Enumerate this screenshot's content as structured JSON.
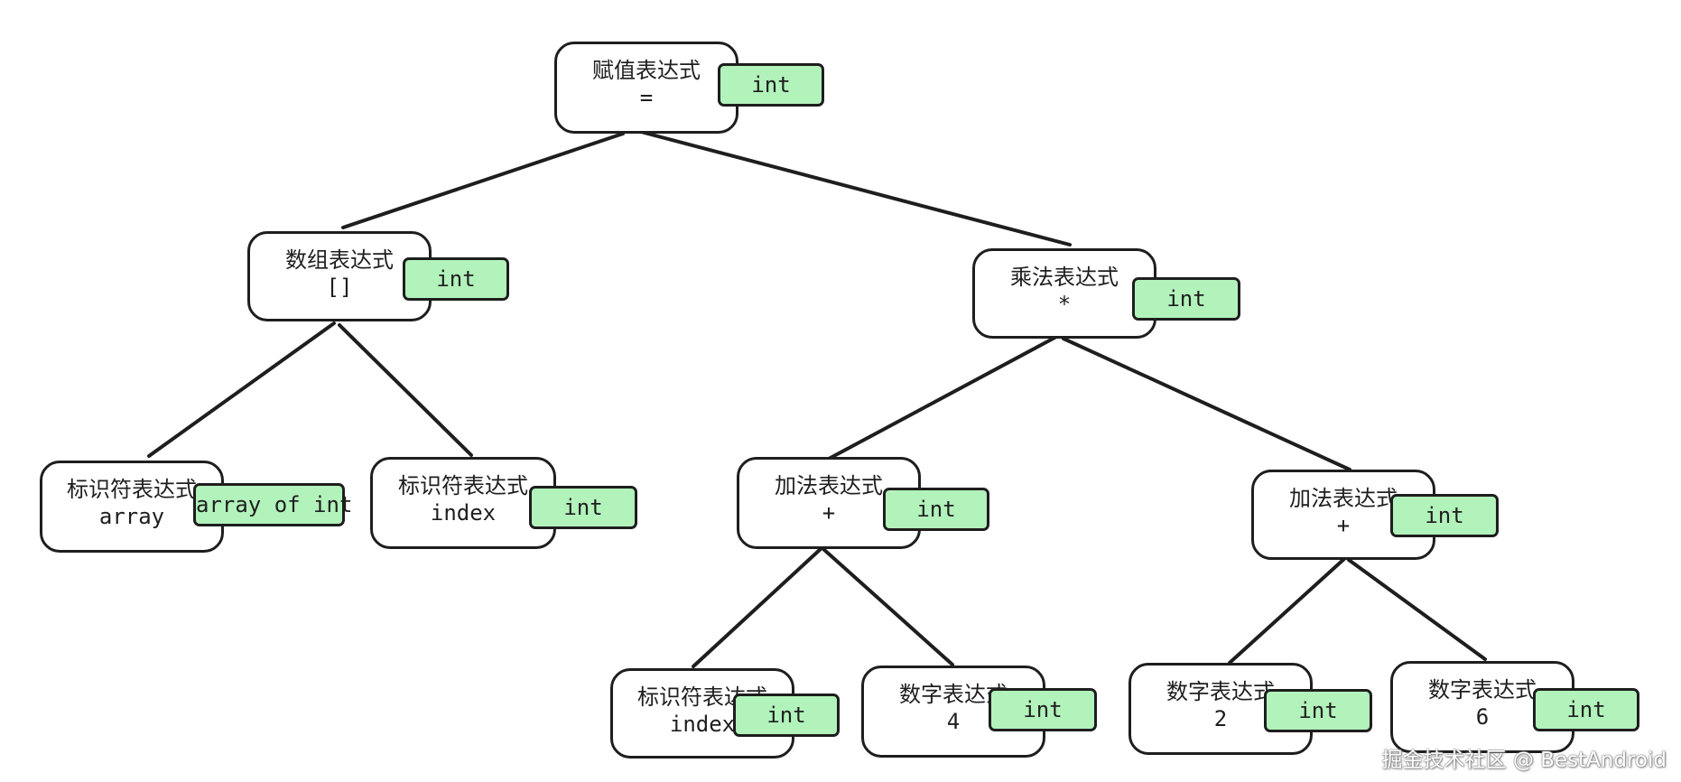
{
  "nodes": {
    "assign": {
      "kind": "赋值表达式",
      "op": "=",
      "type": "int"
    },
    "array": {
      "kind": "数组表达式",
      "op": "[]",
      "type": "int"
    },
    "mul": {
      "kind": "乘法表达式",
      "op": "*",
      "type": "int"
    },
    "id_array": {
      "kind": "标识符表达式",
      "op": "array",
      "type": "array of int"
    },
    "id_index": {
      "kind": "标识符表达式",
      "op": "index",
      "type": "int"
    },
    "add1": {
      "kind": "加法表达式",
      "op": "+",
      "type": "int"
    },
    "add2": {
      "kind": "加法表达式",
      "op": "+",
      "type": "int"
    },
    "id_index2": {
      "kind": "标识符表达式",
      "op": "index",
      "type": "int"
    },
    "num4": {
      "kind": "数字表达式",
      "op": "4",
      "type": "int"
    },
    "num2": {
      "kind": "数字表达式",
      "op": "2",
      "type": "int"
    },
    "num6": {
      "kind": "数字表达式",
      "op": "6",
      "type": "int"
    }
  },
  "edges": [
    [
      "assign",
      "array"
    ],
    [
      "assign",
      "mul"
    ],
    [
      "array",
      "id_array"
    ],
    [
      "array",
      "id_index"
    ],
    [
      "mul",
      "add1"
    ],
    [
      "mul",
      "add2"
    ],
    [
      "add1",
      "id_index2"
    ],
    [
      "add1",
      "num4"
    ],
    [
      "add2",
      "num2"
    ],
    [
      "add2",
      "num6"
    ]
  ],
  "colors": {
    "type_tag_fill": "#b2f2bb",
    "stroke": "#1e1e1e"
  },
  "watermark": "掘金技术社区 @ BestAndroid"
}
